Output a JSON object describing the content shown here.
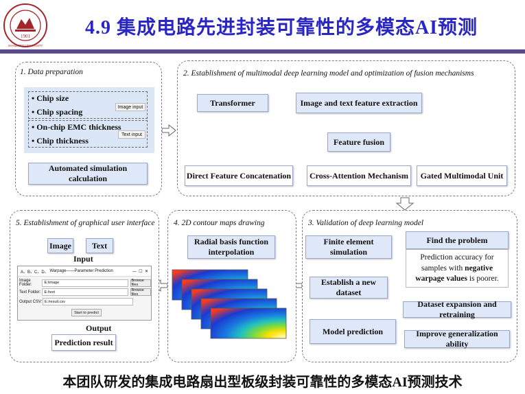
{
  "header": {
    "title": "4.9 集成电路先进封装可靠性的多模态AI预测",
    "logo": {
      "icon": "shandong-university-emblem-icon",
      "year": "1901",
      "name": "SHANDONG UNIVERSITY"
    }
  },
  "colors": {
    "title": "#2a26c4",
    "rule": "#5b4a8b",
    "box_fill": "#dfe8f8"
  },
  "sections": {
    "data_prep": {
      "title": "1. Data preparation",
      "params": [
        "Chip size",
        "Chip spacing",
        "On-chip EMC thickness",
        "Chip thickness"
      ],
      "image_input_tag": "Image input",
      "text_input_tag": "Text input",
      "sim_box": "Automated simulation calculation"
    },
    "model": {
      "title": "2. Establishment of multimodal deep learning model and optimization of fusion mechanisms",
      "transformer": "Transformer",
      "extraction": "Image and text feature extraction",
      "fusion": "Feature fusion",
      "methods": [
        "Direct Feature Concatenation",
        "Cross-Attention Mechanism",
        "Gated Multimodal Unit"
      ]
    },
    "gui": {
      "title": "5. Establishment of graphical user interface",
      "image_box": "Image",
      "text_box": "Text",
      "input_label": "Input",
      "output_label": "Output",
      "result_box": "Prediction result",
      "window_title": "Warpage——Parameter Prediction",
      "window_icons": "A、B、C、D、",
      "rows": [
        {
          "label": "Image Folder:",
          "value": "E:/image",
          "button": "Browse files"
        },
        {
          "label": "Text Folder:",
          "value": "E:/text",
          "button": "Browse files"
        },
        {
          "label": "Output CSV:",
          "value": "E:/result.csv",
          "button": ""
        }
      ],
      "start_button": "Start to predict"
    },
    "contour": {
      "title": "4. 2D contour maps drawing",
      "rbf_box": "Radial basis function interpolation"
    },
    "validation": {
      "title": "3. Validation of deep learning model",
      "steps": [
        "Finite element simulation",
        "Establish a new dataset",
        "Model prediction"
      ],
      "problem_box": "Find the problem",
      "problem_note_1": "Prediction accuracy for samples with ",
      "problem_note_bold": "negative warpage values",
      "problem_note_2": " is poorer.",
      "retrain_box": "Dataset expansion and retraining",
      "improve_box": "Improve generalization ability"
    }
  },
  "caption": "本团队研发的集成电路扇出型板级封装可靠性的多模态AI预测技术"
}
